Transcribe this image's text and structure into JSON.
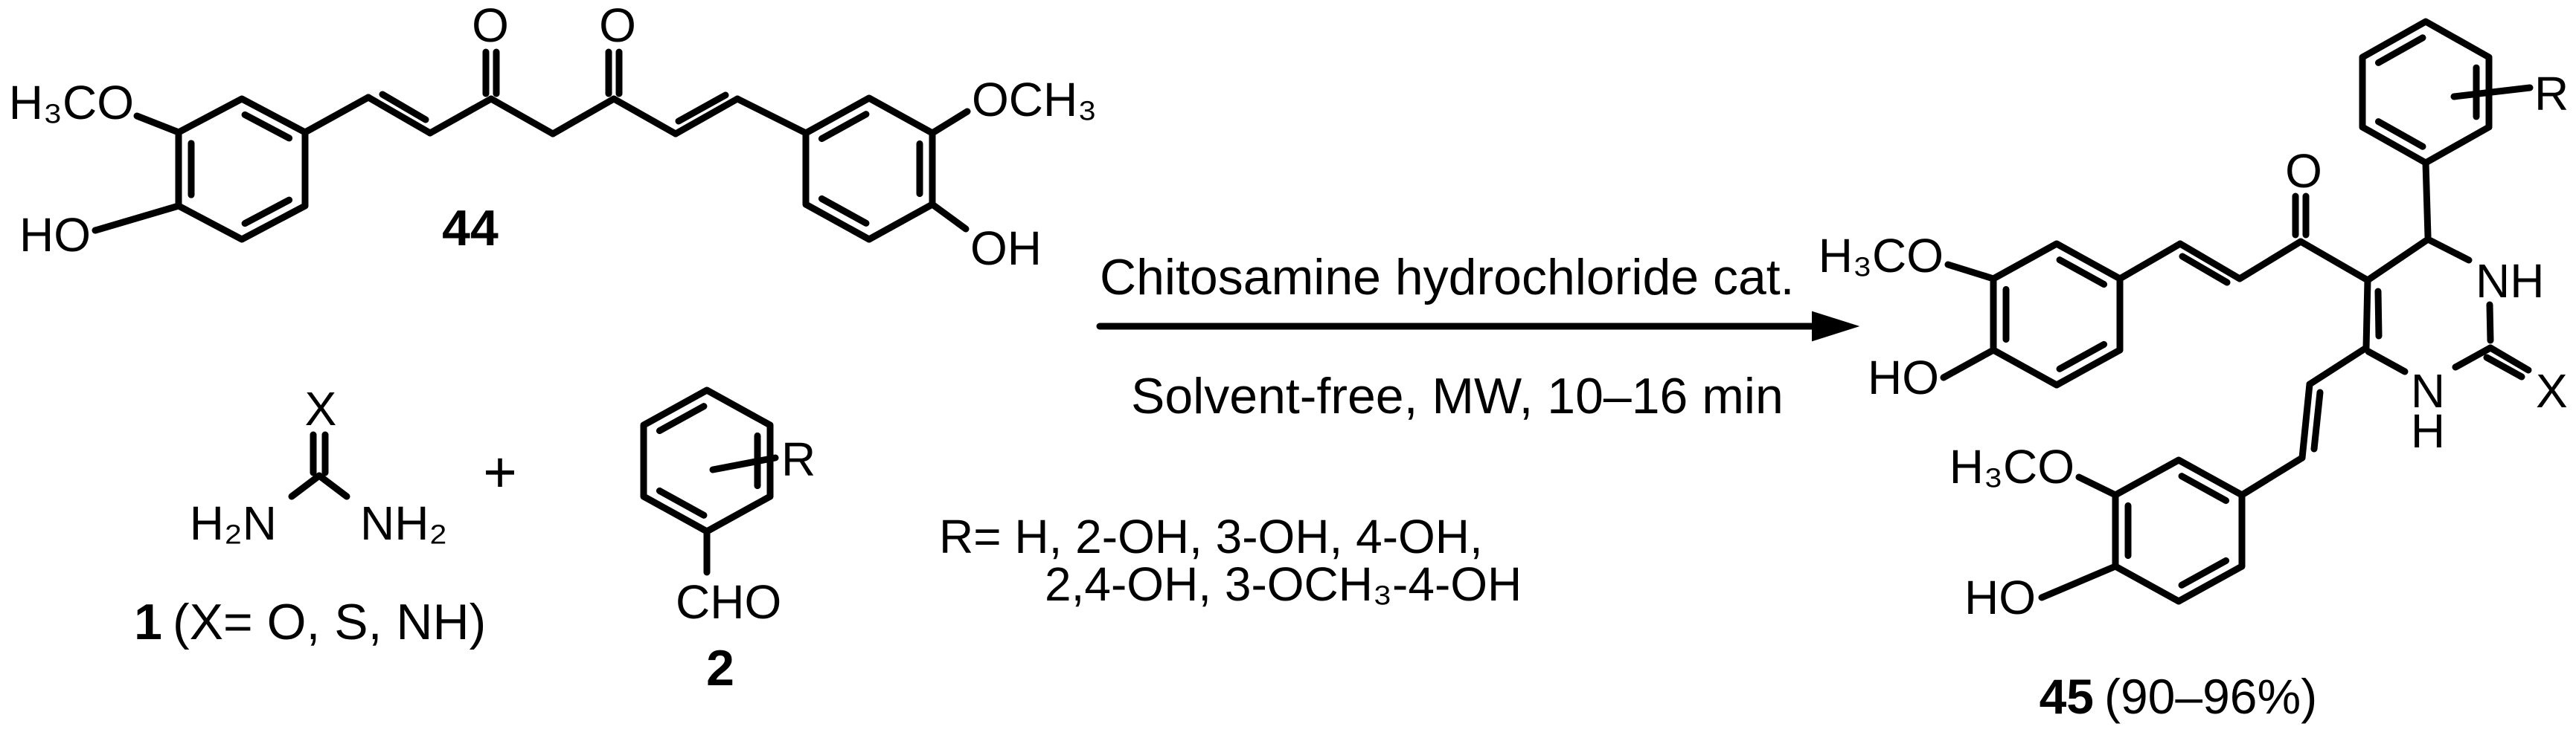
{
  "scheme": {
    "colors": {
      "background": "#ffffff",
      "line": "#000000"
    },
    "reactant_44": {
      "labels": {
        "methoxy_left": "H₃CO",
        "hydroxy_left": "HO",
        "carbonyl_o_left": "O",
        "carbonyl_o_right": "O",
        "methoxy_right": "OCH₃",
        "hydroxy_right": "OH"
      },
      "number": "44"
    },
    "reactant_1": {
      "labels": {
        "x_top": "X",
        "amine_left": "H₂N",
        "amine_right": "NH₂"
      },
      "number": "1",
      "variants": "(X= O, S, NH)"
    },
    "plus_sign": "+",
    "reactant_2": {
      "labels": {
        "r_substituent": "R",
        "aldehyde": "CHO"
      },
      "number": "2"
    },
    "arrow": {
      "catalyst": "Chitosamine hydrochloride cat.",
      "conditions": "Solvent-free, MW, 10–16 min"
    },
    "r_definition": {
      "line1": "R= H, 2-OH, 3-OH, 4-OH,",
      "line2": "2,4-OH, 3-OCH₃-4-OH"
    },
    "product_45": {
      "labels": {
        "methoxy_top": "H₃CO",
        "hydroxy_top": "HO",
        "carbonyl_o": "O",
        "amide_nh": "NH",
        "x_group": "X",
        "ring_n": "N",
        "ring_n_h": "H",
        "r_substituent": "R",
        "methoxy_bottom": "H₃CO",
        "hydroxy_bottom": "HO"
      },
      "number": "45",
      "yield": "(90–96%)"
    }
  }
}
